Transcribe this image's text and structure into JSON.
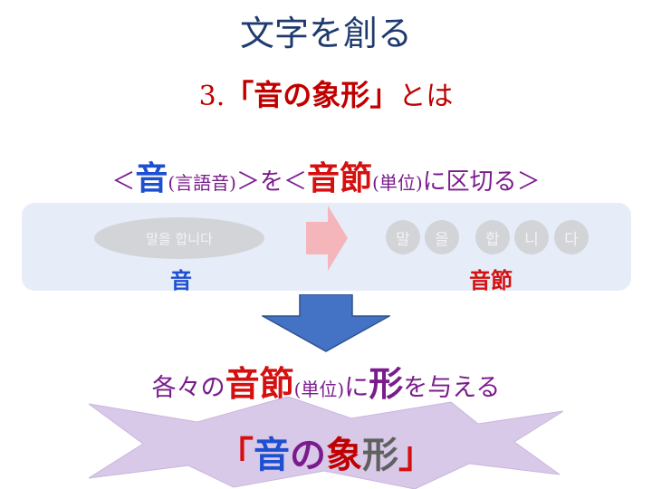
{
  "title": "文字を創る",
  "subtitle": {
    "prefix": "3.",
    "open": "「",
    "main": "音の象形",
    "close": "」",
    "suffix": "とは"
  },
  "line3": {
    "lt1": "＜",
    "sound": "音",
    "paren1": "(言語音)",
    "mid": "＞を＜",
    "syllable": "音節",
    "paren2": "(単位)",
    "tail": "に区切る＞"
  },
  "diagram": {
    "blob_text": "말을 합니다",
    "syllables": [
      "말",
      "을",
      "합",
      "니",
      "다"
    ],
    "label_sound": "音",
    "label_syllable": "音節"
  },
  "line4": {
    "head": "各々の",
    "syllable": "音節",
    "paren": "(単位)",
    "ni": "に",
    "shape": "形",
    "tail": "を与える"
  },
  "final": {
    "open": "「",
    "c1": "音",
    "c2": "の",
    "c3": "象",
    "c4": "形",
    "close": "」"
  },
  "colors": {
    "title": "#1f3a6e",
    "accent_red": "#c00000",
    "blue": "#1d4fd0",
    "purple": "#7a1c8c",
    "panel": "#e6edf8",
    "arrow_pink": "#f4b6bb",
    "arrow_blue": "#4472c4",
    "star_lavender": "#d9c9e8"
  },
  "icons": {
    "right_arrow": "right-arrow-icon",
    "down_arrow": "down-arrow-icon",
    "burst": "burst-star-icon"
  }
}
